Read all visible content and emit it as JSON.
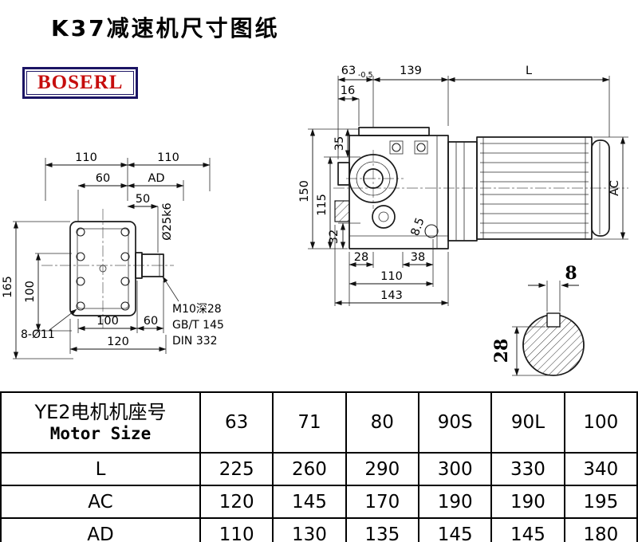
{
  "page": {
    "title": "K37减速机尺寸图纸",
    "brand": "BOSERL"
  },
  "front_view": {
    "width_left": "110",
    "width_right": "110",
    "dim_60": "60",
    "dim_ad": "AD",
    "dim_50": "50",
    "shaft_dia": "Ø25k6",
    "height_165": "165",
    "height_100": "100",
    "bolt_holes": "8-Ø11",
    "bottom_100": "100",
    "bottom_60": "60",
    "bottom_120": "120",
    "thread_note": "M10深28",
    "std_gb": "GB/T 145",
    "std_din": "DIN 332"
  },
  "side_view": {
    "dim_63": "63",
    "dim_63_tol": "-0.5",
    "dim_139": "139",
    "dim_L": "L",
    "dim_16": "16",
    "dim_35": "35",
    "dim_150": "150",
    "dim_115": "115",
    "dim_32": "32",
    "dim_28": "28",
    "dim_38": "38",
    "dim_85": "8.5",
    "dim_110": "110",
    "dim_143": "143",
    "dim_AC": "AC"
  },
  "shaft_view": {
    "key_width": "8",
    "key_depth": "28"
  },
  "table": {
    "header_zh": "YE2电机机座号",
    "header_en": "Motor Size",
    "sizes": [
      "63",
      "71",
      "80",
      "90S",
      "90L",
      "100"
    ],
    "rows": [
      {
        "label": "L",
        "values": [
          "225",
          "260",
          "290",
          "300",
          "330",
          "340"
        ]
      },
      {
        "label": "AC",
        "values": [
          "120",
          "145",
          "170",
          "190",
          "190",
          "195"
        ]
      },
      {
        "label": "AD",
        "values": [
          "110",
          "130",
          "135",
          "145",
          "145",
          "180"
        ]
      }
    ]
  }
}
